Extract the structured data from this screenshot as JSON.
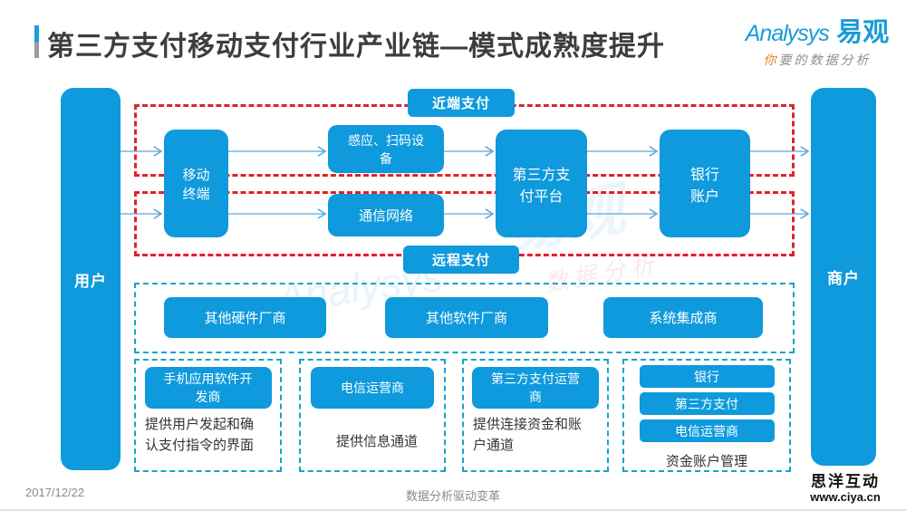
{
  "header": {
    "title": "第三方支付移动支付行业产业链—模式成熟度提升",
    "logo": {
      "brand_en": "Analysys",
      "brand_cn": "易观",
      "tagline_first": "你",
      "tagline_rest": "要的数据分析"
    }
  },
  "diagram": {
    "user": "用户",
    "merchant": "商户",
    "near_label": "近端支付",
    "remote_label": "远程支付",
    "nodes": {
      "mobile_terminal": "移动终端",
      "scan_device": "感应、扫码设备",
      "comm_network": "通信网络",
      "third_party_platform": "第三方支付平台",
      "bank_account": "银行账户"
    },
    "vendors": [
      "其他硬件厂商",
      "其他软件厂商",
      "系统集成商"
    ],
    "groups": [
      {
        "pill": "手机应用软件开发商",
        "desc": "提供用户发起和确认支付指令的界面"
      },
      {
        "pill": "电信运营商",
        "desc": "提供信息通道"
      },
      {
        "pill": "第三方支付运营商",
        "desc": "提供连接资金和账户通道"
      },
      {
        "pills": [
          "银行",
          "第三方支付",
          "电信运营商"
        ],
        "desc": "资金账户管理"
      }
    ]
  },
  "watermark": {
    "en": "Analysys",
    "cn": "易观",
    "extra": "数据分析"
  },
  "footer": {
    "date": "2017/12/22",
    "slogan": "数据分析驱动变革",
    "brand": "思洋互动",
    "site": "www.ciya.cn"
  },
  "colors": {
    "primary": "#0e9adc",
    "red_dash": "#e2202a",
    "teal_dash": "#17a3c9",
    "arrow": "#5fa8d8"
  }
}
